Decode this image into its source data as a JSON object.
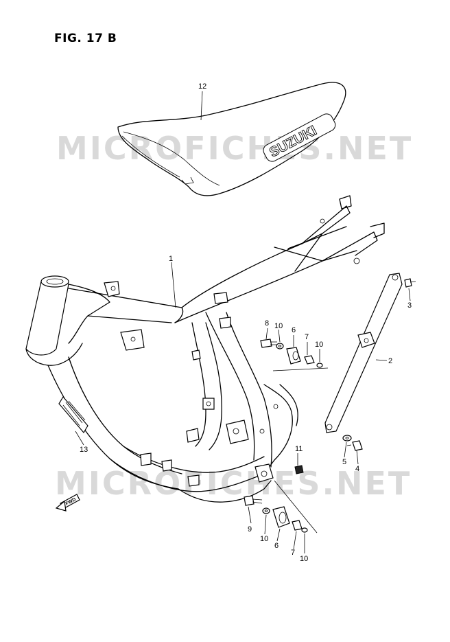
{
  "figure": {
    "title": "FIG. 17 B",
    "watermark": "MICROFICHES.NET",
    "seat_logo": "SUZUKI",
    "fwd_label": "FWD"
  },
  "callouts": {
    "c1": "1",
    "c2": "2",
    "c3": "3",
    "c4": "4",
    "c5": "5",
    "c6a": "6",
    "c6b": "6",
    "c7a": "7",
    "c7b": "7",
    "c8": "8",
    "c9": "9",
    "c10a": "10",
    "c10b": "10",
    "c10c": "10",
    "c10d": "10",
    "c11": "11",
    "c12": "12",
    "c13": "13"
  },
  "colors": {
    "ink": "#000000",
    "watermark": "#d9d9d9",
    "background": "#ffffff"
  }
}
